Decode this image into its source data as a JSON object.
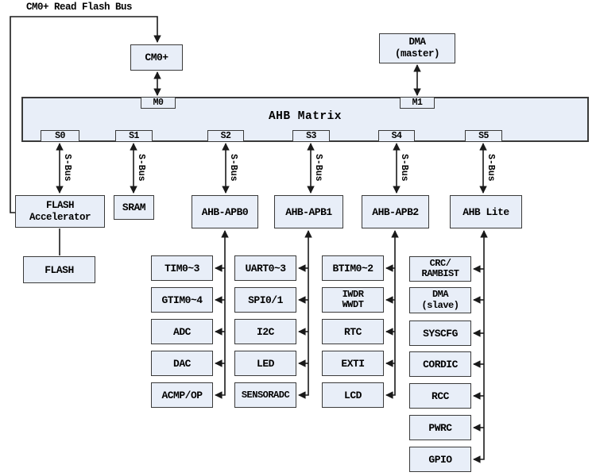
{
  "top_label": "CM0+ Read Flash Bus",
  "bus_label": "S-Bus",
  "matrix": {
    "title": "AHB Matrix",
    "master_ports": [
      "M0",
      "M1"
    ],
    "slave_ports": [
      "S0",
      "S1",
      "S2",
      "S3",
      "S4",
      "S5"
    ]
  },
  "masters": {
    "cm0": [
      "CM0+"
    ],
    "dma_master": [
      "DMA",
      "(master)"
    ]
  },
  "bridges": {
    "flash_accelerator": [
      "FLASH",
      "Accelerator"
    ],
    "sram": [
      "SRAM"
    ],
    "apb0": [
      "AHB-APB0"
    ],
    "apb1": [
      "AHB-APB1"
    ],
    "apb2": [
      "AHB-APB2"
    ],
    "ahb_lite": [
      "AHB Lite"
    ],
    "flash": [
      "FLASH"
    ]
  },
  "peripherals": {
    "apb0": [
      [
        "TIM0~3"
      ],
      [
        "GTIM0~4"
      ],
      [
        "ADC"
      ],
      [
        "DAC"
      ],
      [
        "ACMP/OP"
      ]
    ],
    "apb1": [
      [
        "UART0~3"
      ],
      [
        "SPI0/1"
      ],
      [
        "I2C"
      ],
      [
        "LED"
      ],
      [
        "SENSORADC"
      ]
    ],
    "apb2": [
      [
        "BTIM0~2"
      ],
      [
        "IWDR",
        "WWDT"
      ],
      [
        "RTC"
      ],
      [
        "EXTI"
      ],
      [
        "LCD"
      ]
    ],
    "ahb_lite": [
      [
        "CRC/",
        "RAMBIST"
      ],
      [
        "DMA",
        "(slave)"
      ],
      [
        "SYSCFG"
      ],
      [
        "CORDIC"
      ],
      [
        "RCC"
      ],
      [
        "PWRC"
      ],
      [
        "GPIO"
      ]
    ]
  },
  "colors": {
    "node_fill": "#e8eef8",
    "node_border": "#3a3a3a",
    "wire": "#1a1a1a"
  }
}
